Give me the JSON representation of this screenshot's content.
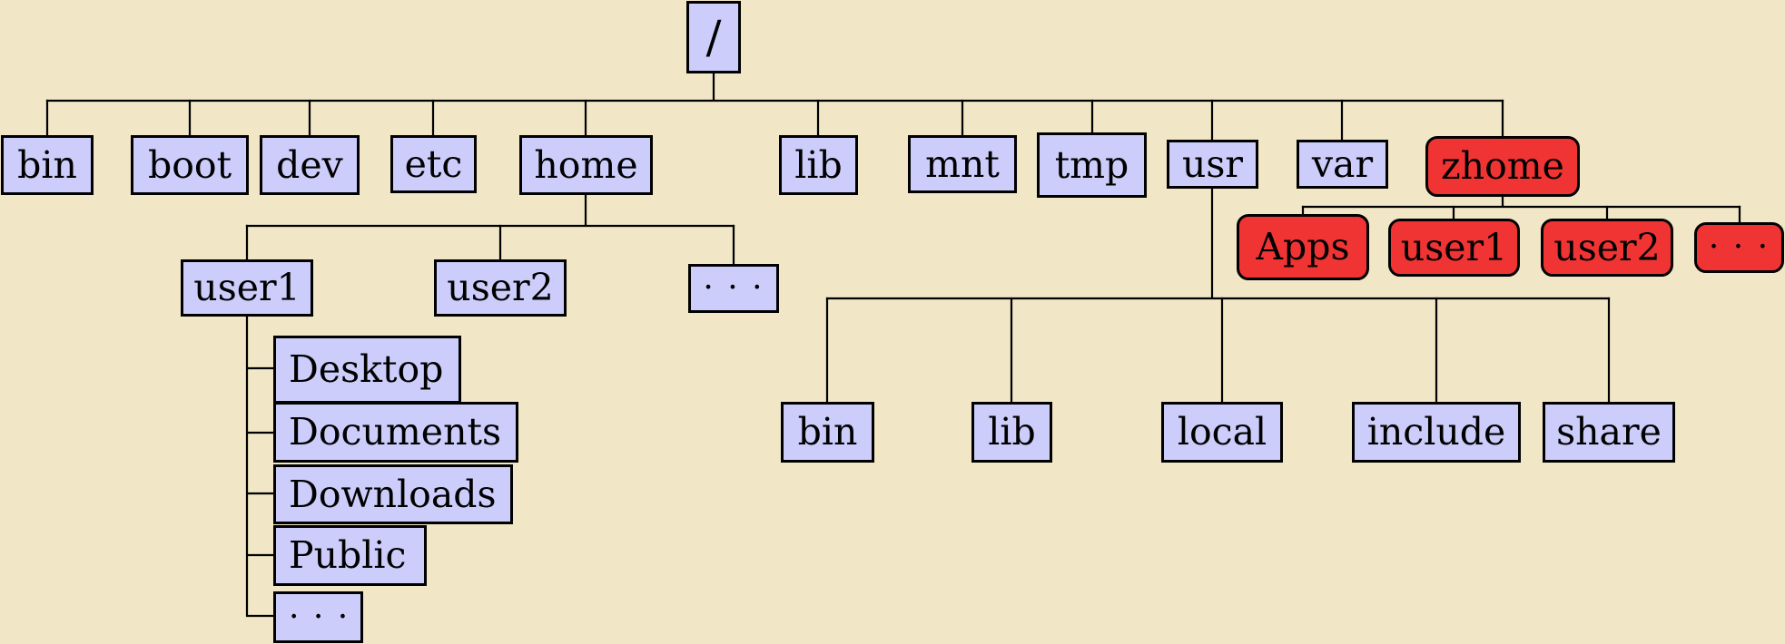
{
  "tree": {
    "root": "/",
    "top_dirs": [
      "bin",
      "boot",
      "dev",
      "etc",
      "home",
      "lib",
      "mnt",
      "tmp",
      "usr",
      "var",
      "zhome"
    ],
    "home_children": [
      "user1",
      "user2",
      "· · ·"
    ],
    "user1_children": [
      "Desktop",
      "Documents",
      "Downloads",
      "Public",
      "· · ·"
    ],
    "usr_children": [
      "bin",
      "lib",
      "local",
      "include",
      "share"
    ],
    "zhome_children": [
      "Apps",
      "user1",
      "user2",
      "· · ·"
    ]
  },
  "colors": {
    "background": "#f1e6c6",
    "node_fill": "#cccdfb",
    "highlight_fill": "#f03434",
    "border": "#000000"
  }
}
